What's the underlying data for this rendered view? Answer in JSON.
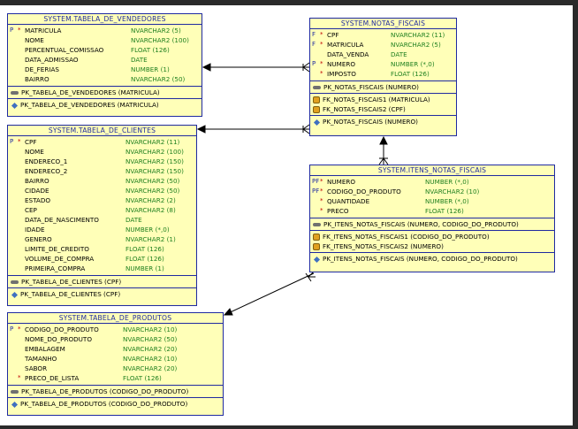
{
  "colors": {
    "border": "#1f2aa0",
    "fill": "#ffffb8",
    "type": "#208020",
    "required": "#c00000"
  },
  "tables": {
    "vendedores": {
      "title": "SYSTEM.TABELA_DE_VENDEDORES",
      "columns": [
        {
          "marker": "P",
          "req": "*",
          "name": "MATRICULA",
          "type": "NVARCHAR2 (5)"
        },
        {
          "marker": "",
          "req": "",
          "name": "NOME",
          "type": "NVARCHAR2 (100)"
        },
        {
          "marker": "",
          "req": "",
          "name": "PERCENTUAL_COMISSAO",
          "type": "FLOAT (126)"
        },
        {
          "marker": "",
          "req": "",
          "name": "DATA_ADMISSAO",
          "type": "DATE"
        },
        {
          "marker": "",
          "req": "",
          "name": "DE_FERIAS",
          "type": "NUMBER (1)"
        },
        {
          "marker": "",
          "req": "",
          "name": "BAIRRO",
          "type": "NVARCHAR2 (50)"
        }
      ],
      "keys": [
        "PK_TABELA_DE_VENDEDORES (MATRICULA)"
      ],
      "fks": [],
      "indexes": [
        "PK_TABELA_DE_VENDEDORES (MATRICULA)"
      ]
    },
    "notas": {
      "title": "SYSTEM.NOTAS_FISCAIS",
      "columns": [
        {
          "marker": "F",
          "req": "*",
          "name": "CPF",
          "type": "NVARCHAR2 (11)"
        },
        {
          "marker": "F",
          "req": "*",
          "name": "MATRICULA",
          "type": "NVARCHAR2 (5)"
        },
        {
          "marker": "",
          "req": "",
          "name": "DATA_VENDA",
          "type": "DATE"
        },
        {
          "marker": "P",
          "req": "*",
          "name": "NUMERO",
          "type": "NUMBER (*,0)"
        },
        {
          "marker": "",
          "req": "*",
          "name": "IMPOSTO",
          "type": "FLOAT (126)"
        }
      ],
      "keys": [
        "PK_NOTAS_FISCAIS (NUMERO)"
      ],
      "fks": [
        "FK_NOTAS_FISCAIS1 (MATRICULA)",
        "FK_NOTAS_FISCAIS2 (CPF)"
      ],
      "indexes": [
        "PK_NOTAS_FISCAIS (NUMERO)"
      ]
    },
    "clientes": {
      "title": "SYSTEM.TABELA_DE_CLIENTES",
      "columns": [
        {
          "marker": "P",
          "req": "*",
          "name": "CPF",
          "type": "NVARCHAR2 (11)"
        },
        {
          "marker": "",
          "req": "",
          "name": "NOME",
          "type": "NVARCHAR2 (100)"
        },
        {
          "marker": "",
          "req": "",
          "name": "ENDERECO_1",
          "type": "NVARCHAR2 (150)"
        },
        {
          "marker": "",
          "req": "",
          "name": "ENDERECO_2",
          "type": "NVARCHAR2 (150)"
        },
        {
          "marker": "",
          "req": "",
          "name": "BAIRRO",
          "type": "NVARCHAR2 (50)"
        },
        {
          "marker": "",
          "req": "",
          "name": "CIDADE",
          "type": "NVARCHAR2 (50)"
        },
        {
          "marker": "",
          "req": "",
          "name": "ESTADO",
          "type": "NVARCHAR2 (2)"
        },
        {
          "marker": "",
          "req": "",
          "name": "CEP",
          "type": "NVARCHAR2 (8)"
        },
        {
          "marker": "",
          "req": "",
          "name": "DATA_DE_NASCIMENTO",
          "type": "DATE"
        },
        {
          "marker": "",
          "req": "",
          "name": "IDADE",
          "type": "NUMBER (*,0)"
        },
        {
          "marker": "",
          "req": "",
          "name": "GENERO",
          "type": "NVARCHAR2 (1)"
        },
        {
          "marker": "",
          "req": "",
          "name": "LIMITE_DE_CREDITO",
          "type": "FLOAT (126)"
        },
        {
          "marker": "",
          "req": "",
          "name": "VOLUME_DE_COMPRA",
          "type": "FLOAT (126)"
        },
        {
          "marker": "",
          "req": "",
          "name": "PRIMEIRA_COMPRA",
          "type": "NUMBER (1)"
        }
      ],
      "keys": [
        "PK_TABELA_DE_CLIENTES (CPF)"
      ],
      "fks": [],
      "indexes": [
        "PK_TABELA_DE_CLIENTES (CPF)"
      ]
    },
    "itens": {
      "title": "SYSTEM.ITENS_NOTAS_FISCAIS",
      "columns": [
        {
          "marker": "PF",
          "req": "*",
          "name": "NUMERO",
          "type": "NUMBER (*,0)"
        },
        {
          "marker": "PF",
          "req": "*",
          "name": "CODIGO_DO_PRODUTO",
          "type": "NVARCHAR2 (10)"
        },
        {
          "marker": "",
          "req": "*",
          "name": "QUANTIDADE",
          "type": "NUMBER (*,0)"
        },
        {
          "marker": "",
          "req": "*",
          "name": "PRECO",
          "type": "FLOAT (126)"
        }
      ],
      "keys": [
        "PK_ITENS_NOTAS_FISCAIS (NUMERO, CODIGO_DO_PRODUTO)"
      ],
      "fks": [
        "FK_ITENS_NOTAS_FISCAIS1 (CODIGO_DO_PRODUTO)",
        "FK_ITENS_NOTAS_FISCAIS2 (NUMERO)"
      ],
      "indexes": [
        "PK_ITENS_NOTAS_FISCAIS (NUMERO, CODIGO_DO_PRODUTO)"
      ]
    },
    "produtos": {
      "title": "SYSTEM.TABELA_DE_PRODUTOS",
      "columns": [
        {
          "marker": "P",
          "req": "*",
          "name": "CODIGO_DO_PRODUTO",
          "type": "NVARCHAR2 (10)"
        },
        {
          "marker": "",
          "req": "",
          "name": "NOME_DO_PRODUTO",
          "type": "NVARCHAR2 (50)"
        },
        {
          "marker": "",
          "req": "",
          "name": "EMBALAGEM",
          "type": "NVARCHAR2 (20)"
        },
        {
          "marker": "",
          "req": "",
          "name": "TAMANHO",
          "type": "NVARCHAR2 (10)"
        },
        {
          "marker": "",
          "req": "",
          "name": "SABOR",
          "type": "NVARCHAR2 (20)"
        },
        {
          "marker": "",
          "req": "*",
          "name": "PRECO_DE_LISTA",
          "type": "FLOAT (126)"
        }
      ],
      "keys": [
        "PK_TABELA_DE_PRODUTOS (CODIGO_DO_PRODUTO)"
      ],
      "fks": [],
      "indexes": [
        "PK_TABELA_DE_PRODUTOS (CODIGO_DO_PRODUTO)"
      ]
    }
  }
}
